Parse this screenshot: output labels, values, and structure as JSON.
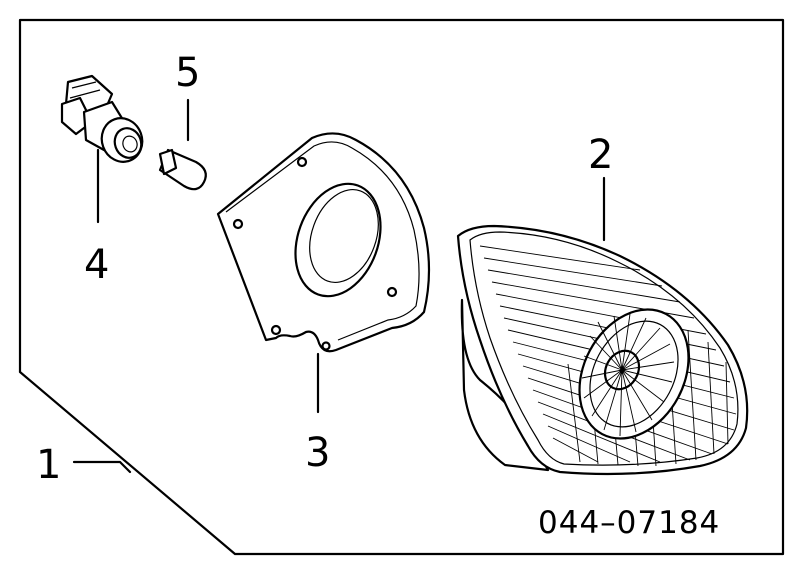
{
  "callouts": {
    "c1": "1",
    "c2": "2",
    "c3": "3",
    "c4": "4",
    "c5": "5"
  },
  "diagram_code": "044–07184"
}
